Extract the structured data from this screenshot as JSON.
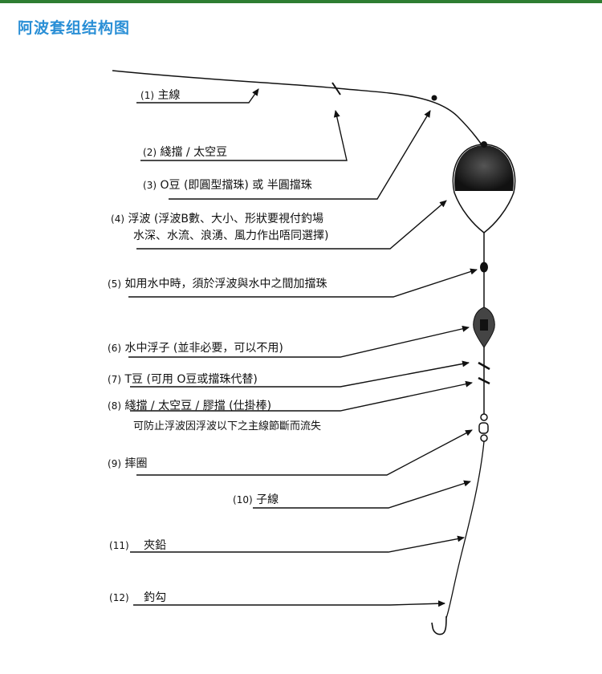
{
  "title": "阿波套组结构图",
  "labels": [
    {
      "num": "1",
      "text": "主線"
    },
    {
      "num": "2",
      "text": "綫擋 / 太空豆"
    },
    {
      "num": "3",
      "text": "O豆 (即圓型擋珠) 或 半圓擋珠"
    },
    {
      "num": "4",
      "text": "浮波 (浮波B數、大小、形狀要視付釣場",
      "text2": "水深、水流、浪湧、風力作出唔同選擇)"
    },
    {
      "num": "5",
      "text": "如用水中時，須於浮波與水中之間加擋珠"
    },
    {
      "num": "6",
      "text": "水中浮子 (並非必要，可以不用)"
    },
    {
      "num": "7",
      "text": "T豆 (可用 O豆或擋珠代替)"
    },
    {
      "num": "8",
      "text": "綫擋 / 太空豆 / 膠擋 (仕掛棒)",
      "text2": "可防止浮波因浮波以下之主線節斷而流失"
    },
    {
      "num": "9",
      "text": "摔圈"
    },
    {
      "num": "10",
      "text": "子線"
    },
    {
      "num": "11",
      "text": "夾鉛"
    },
    {
      "num": "12",
      "text": "釣勾"
    }
  ]
}
